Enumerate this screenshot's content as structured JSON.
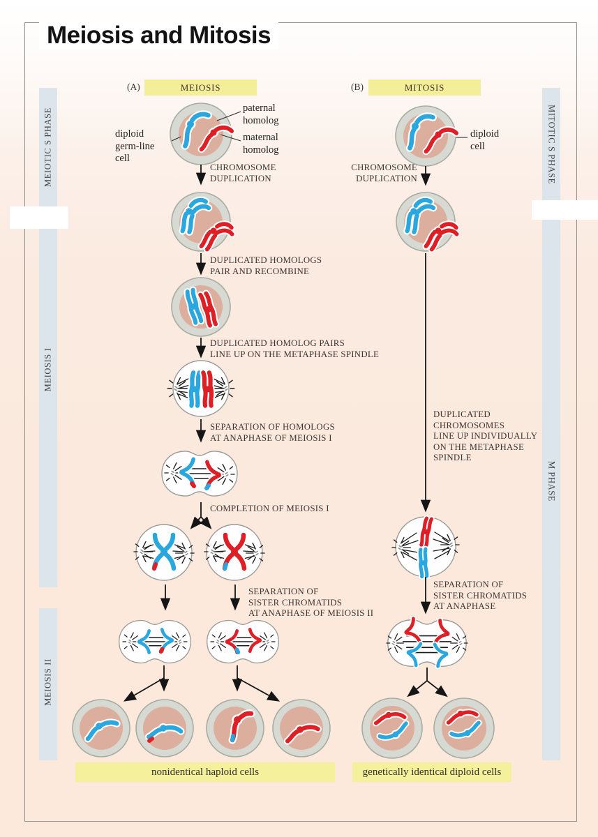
{
  "title": "Meiosis and Mitosis",
  "side_labels": {
    "left": [
      "MEIOTIC S PHASE",
      "MEIOSIS I",
      "MEIOSIS II"
    ],
    "right": [
      "MITOTIC S PHASE",
      "M PHASE"
    ]
  },
  "panels": {
    "meiosis": {
      "tag": "(A)",
      "header": "MEIOSIS",
      "cell_labels": {
        "diploid_germline": "diploid\ngerm-line\ncell",
        "paternal": "paternal\nhomolog",
        "maternal": "maternal\nhomolog"
      },
      "steps": {
        "s1": "CHROMOSOME\nDUPLICATION",
        "s2": "DUPLICATED HOMOLOGS\nPAIR AND RECOMBINE",
        "s3": "DUPLICATED HOMOLOG PAIRS\nLINE UP ON THE METAPHASE SPINDLE",
        "s4": "SEPARATION OF HOMOLOGS\nAT ANAPHASE OF MEIOSIS I",
        "s5": "COMPLETION OF MEIOSIS I",
        "s6": "SEPARATION OF\nSISTER CHROMATIDS\nAT ANAPHASE OF MEIOSIS II"
      },
      "footer": "nonidentical haploid cells"
    },
    "mitosis": {
      "tag": "(B)",
      "header": "MITOSIS",
      "cell_labels": {
        "diploid": "diploid\ncell"
      },
      "steps": {
        "s1": "CHROMOSOME\nDUPLICATION",
        "s2": "DUPLICATED\nCHROMOSOMES\nLINE UP INDIVIDUALLY\nON THE METAPHASE\nSPINDLE",
        "s3": "SEPARATION OF\nSISTER CHROMATIDS\nAT ANAPHASE"
      },
      "footer": "genetically identical diploid cells"
    }
  },
  "colors": {
    "paternal_blue": "#2AA7DF",
    "maternal_red": "#DE1F26",
    "header_yellow": "#F3EE97",
    "footer_yellow": "#F5F09C",
    "phase_bar_blue": "#DCE5EB",
    "cell_body_gray": "#D6DAD2",
    "nucleus_pink": "#DCAE9E",
    "background_pink": "#FBE9DD"
  }
}
